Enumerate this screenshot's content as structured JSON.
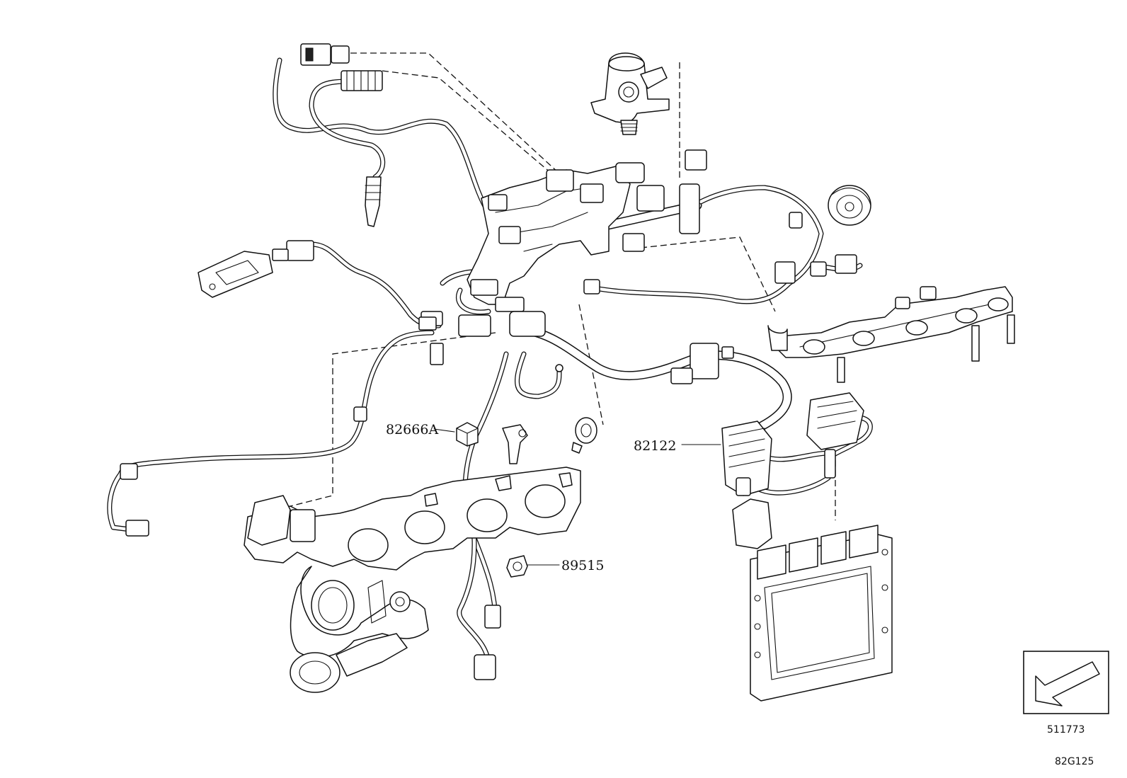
{
  "callouts": {
    "part_82666A": "82666A",
    "part_82122": "82122",
    "part_89515": "89515"
  },
  "footer": {
    "view_code": "511773",
    "figure_code": "82G125"
  },
  "icons": {
    "view_direction": "view-direction-arrow-icon"
  }
}
